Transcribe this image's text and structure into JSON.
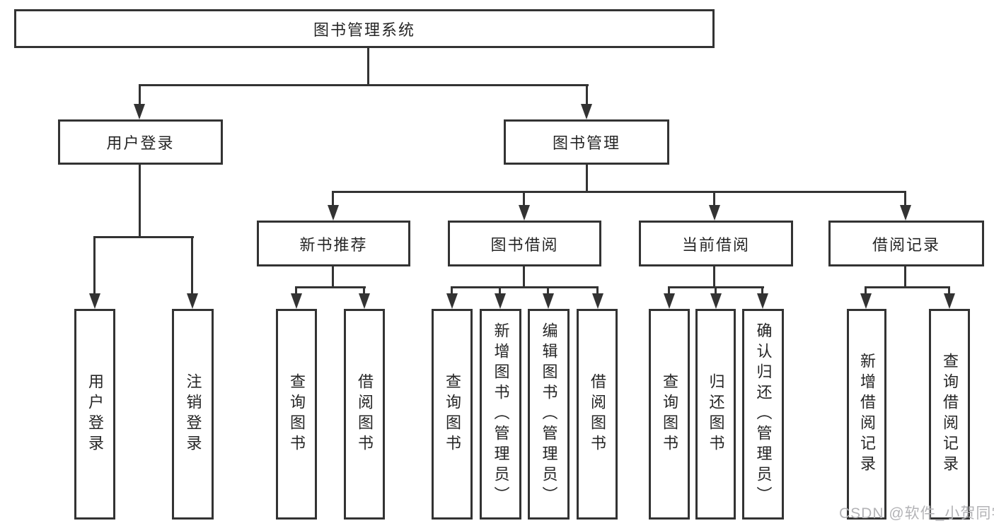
{
  "title": "图书管理系统",
  "tree": {
    "root": "图书管理系统",
    "branches": [
      {
        "label": "用户登录",
        "leaves": [
          "用户登录",
          "注销登录"
        ]
      },
      {
        "label": "图书管理",
        "sections": [
          {
            "label": "新书推荐",
            "leaves": [
              "查询图书",
              "借阅图书"
            ]
          },
          {
            "label": "图书借阅",
            "leaves": [
              "查询图书",
              "新增图书（管理员）",
              "编辑图书（管理员）",
              "借阅图书"
            ]
          },
          {
            "label": "当前借阅",
            "leaves": [
              "查询图书",
              "归还图书",
              "确认归还（管理员）"
            ]
          },
          {
            "label": "借阅记录",
            "leaves": [
              "新增借阅记录",
              "查询借阅记录"
            ]
          }
        ]
      }
    ]
  },
  "watermark": "CSDN @软件_小贺同学",
  "colors": {
    "line": "#333333",
    "text": "#262626",
    "watermark": "#b3b3b6",
    "background": "#ffffff"
  }
}
